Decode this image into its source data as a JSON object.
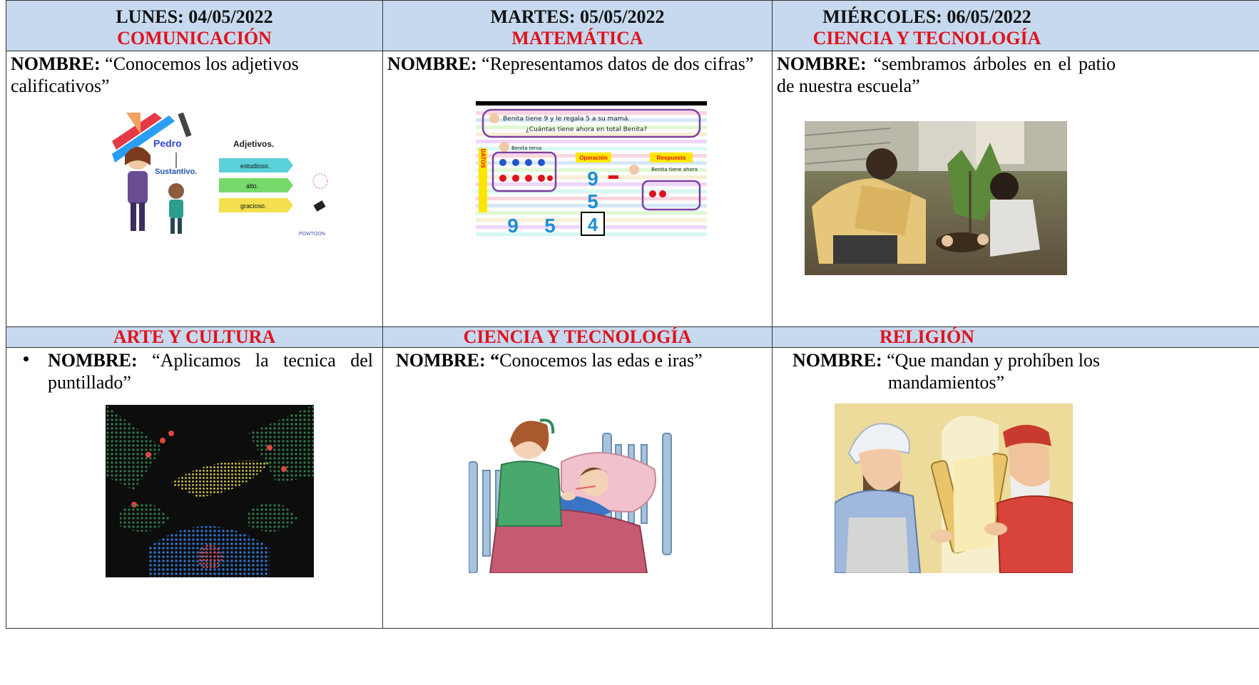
{
  "columns": [
    {
      "date": "LUNES: 04/05/2022",
      "subject": "COMUNICACIÓN",
      "name_label": "NOMBRE:",
      "name_text": "“Conocemos los adjetivos calificativos”",
      "image": {
        "name": "Pedro",
        "title": "Adjetivos.",
        "left_label": "Sustantivo.",
        "tags": [
          "estudioso.",
          "alto.",
          "gracioso."
        ],
        "logo": "POWTOON"
      }
    },
    {
      "date": "MARTES: 05/05/2022",
      "subject": "MATEMÁTICA",
      "name_label": "NOMBRE:",
      "name_text": "“Representamos datos de dos cifras”",
      "image": {
        "problem_line1": "Benita tiene 9  y le regala 5  a su mamá.",
        "problem_line2": "¿Cuántas  tiene ahora en total Benita?",
        "datos": "DATOS",
        "benita_tenia": "Benita tenia",
        "operacion": "Operación",
        "respuesta": "Respuesta",
        "benita_tiene_ahora": "Benita tiene ahora",
        "n9": "9",
        "n5": "5",
        "n4": "4",
        "minus": "−"
      }
    },
    {
      "date": "MIÉRCOLES: 06/05/2022",
      "subject": "CIENCIA Y TECNOLOGÍA",
      "name_label": "NOMBRE:",
      "name_text": "“sembramos árboles en el patio de nuestra escuela”"
    }
  ],
  "row2": [
    {
      "subject": "ARTE Y CULTURA",
      "name_label": "NOMBRE:",
      "name_text": "“Aplicamos la tecnica del puntillado”"
    },
    {
      "subject": "CIENCIA Y TECNOLOGÍA",
      "name_label": "NOMBRE: “",
      "name_text": "Conocemos las edas e iras”"
    },
    {
      "subject": "RELIGIÓN",
      "name_label": "NOMBRE:",
      "name_text": "“Que mandan y prohíben los mandamientos”"
    }
  ]
}
